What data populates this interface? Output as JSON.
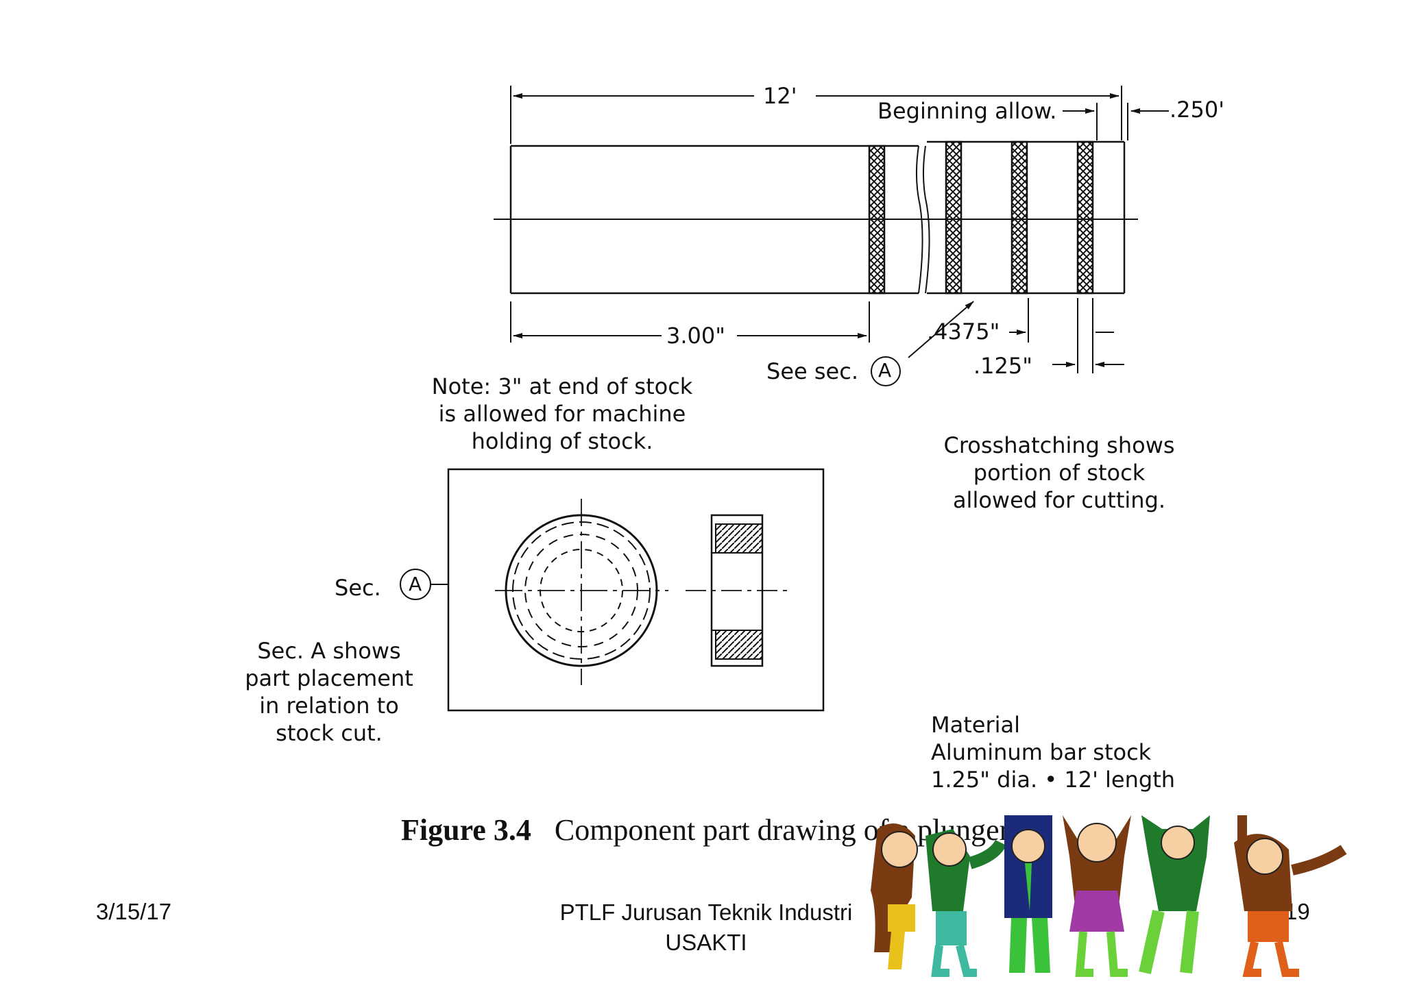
{
  "drawing": {
    "dimensions": {
      "overall_length": "12'",
      "beginning_allow": "Beginning allow.",
      "end_allow": ".250'",
      "holding_length": "3.00\"",
      "part_length": ".4375\"",
      "cut_width": ".125\"",
      "see_sec": "See sec.",
      "section_mark": "A"
    },
    "note": [
      "Note: 3\" at end of stock",
      "is allowed for machine",
      "holding of stock."
    ],
    "crosshatch_note": [
      "Crosshatching shows",
      "portion of stock",
      "allowed for cutting."
    ],
    "section": {
      "label": "Sec.",
      "mark": "A",
      "description": [
        "Sec. A shows",
        "part placement",
        "in relation to",
        "stock cut."
      ]
    },
    "material": [
      "Material",
      "Aluminum bar stock",
      "1.25\" dia. • 12' length"
    ]
  },
  "caption": {
    "number": "Figure 3.4",
    "text": "Component part drawing of a plunger."
  },
  "footer": {
    "date": "3/15/17",
    "org_line1": "PTLF Jurusan Teknik Industri",
    "org_line2": "USAKTI",
    "page": "19"
  },
  "clipart": {
    "icon": "cheering-kids-clipart",
    "colors": [
      "#7a3b12",
      "#1f7a2c",
      "#1c2a7a",
      "#a23aa6",
      "#6ad13a",
      "#e0601a"
    ]
  }
}
